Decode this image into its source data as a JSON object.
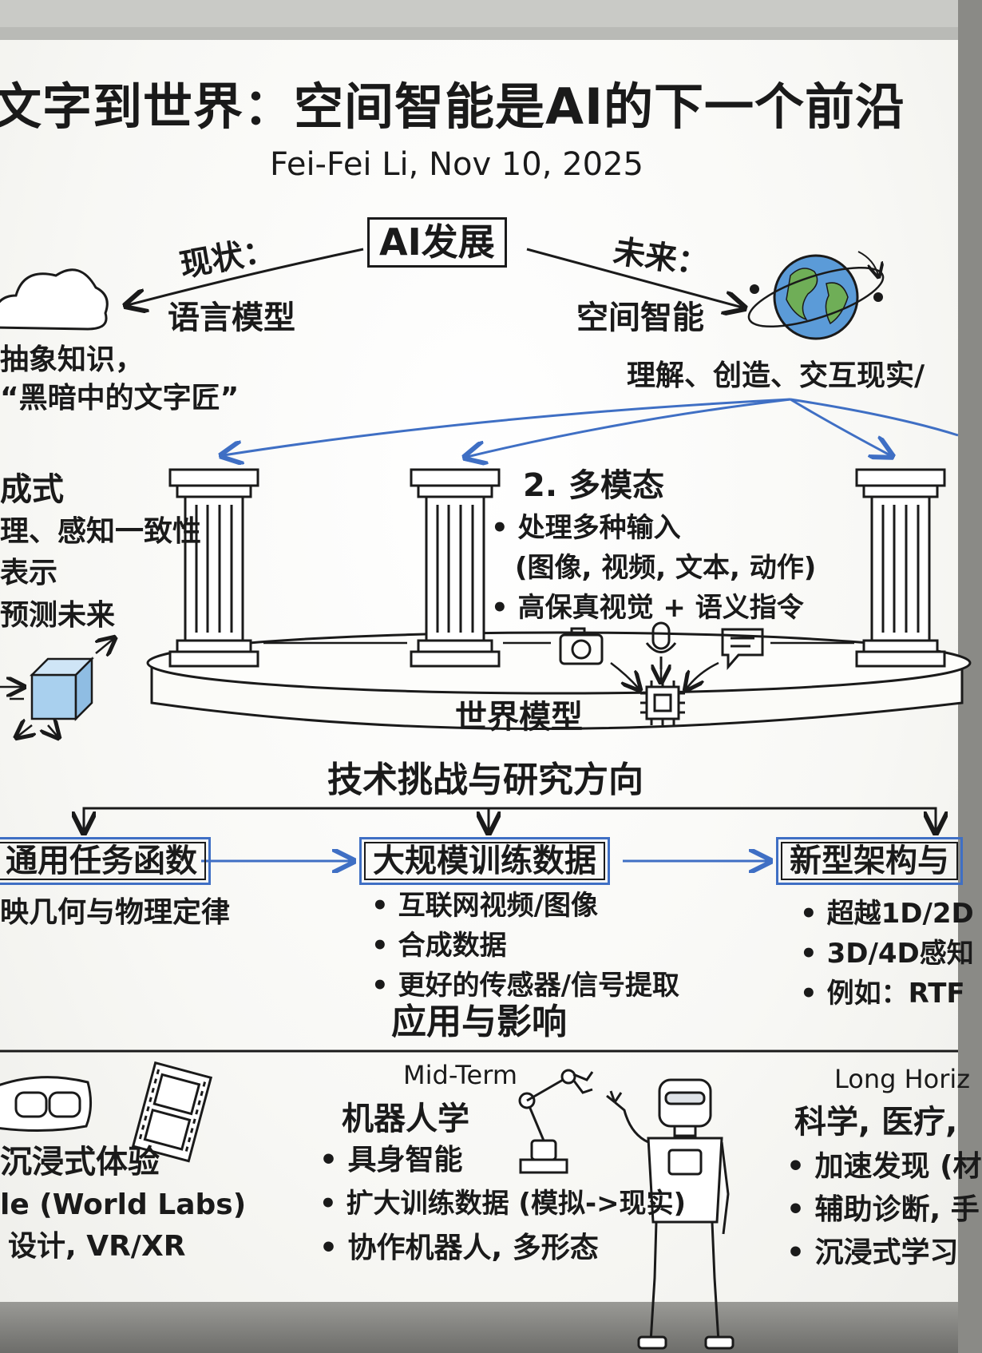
{
  "title": "文字到世界：空间智能是AI的下一个前沿",
  "author_date": "Fei-Fei Li, Nov 10, 2025",
  "center_node": "AI发展",
  "present": {
    "label": "现状：",
    "name": "语言模型",
    "desc_1": "抽象知识，",
    "desc_2": "“黑暗中的文字匠”"
  },
  "future": {
    "label": "未来：",
    "name": "空间智能",
    "desc": "理解、创造、交互现实/"
  },
  "pillar_1": {
    "title": "成式",
    "lines": [
      "理、感知一致性",
      "表示",
      "预测未来"
    ]
  },
  "pillar_2": {
    "title": "2. 多模态",
    "bullets": [
      "处理多种输入",
      "(图像, 视频, 文本, 动作)",
      "高保真视觉 + 语义指令"
    ]
  },
  "base_label": "世界模型",
  "challenges": {
    "title": "技术挑战与研究方向",
    "box_1": "通用任务函数",
    "box_1_desc": "映几何与物理定律",
    "box_2": "大规模训练数据",
    "box_2_items": [
      "互联网视频/图像",
      "合成数据",
      "更好的传感器/信号提取"
    ],
    "box_3": "新型架构与",
    "box_3_items": [
      "超越1D/2D",
      "3D/4D感知",
      "例如：RTF"
    ]
  },
  "applications": {
    "title": "应用与影响",
    "left": {
      "title": "沉浸式体验",
      "items": [
        "le (World Labs)",
        "设计, VR/XR"
      ]
    },
    "mid": {
      "term": "Mid-Term",
      "title": "机器人学",
      "items": [
        "具身智能",
        "扩大训练数据 (模拟->现实)",
        "协作机器人, 多形态"
      ]
    },
    "right": {
      "term": "Long Horiz",
      "title": "科学, 医疗,",
      "items": [
        "加速发现 (材",
        "辅助诊断, 手",
        "沉浸式学习"
      ]
    }
  },
  "colors": {
    "ink": "#1a1a1a",
    "blue_arrow": "#3f6fc4",
    "cube": "#a9d0ee"
  }
}
